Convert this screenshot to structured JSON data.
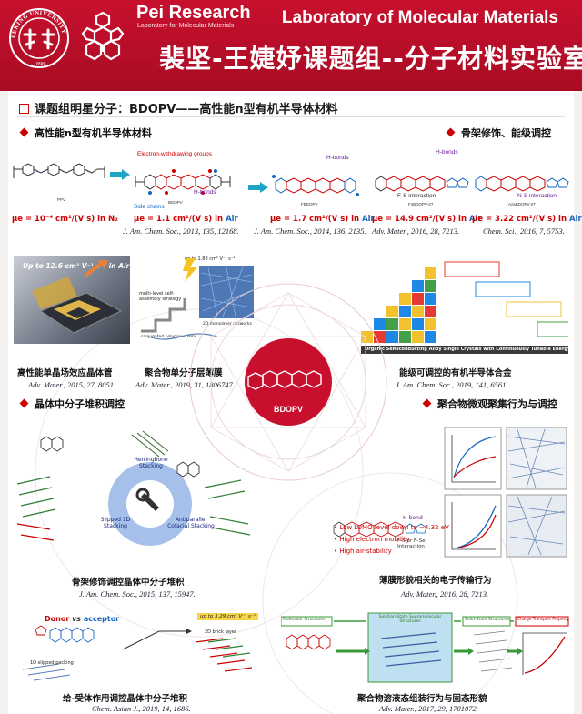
{
  "header": {
    "group_name": "Pei Research",
    "group_sub": "Laboratory for Molecular Materials",
    "lab_title": "Laboratory of Molecular Materials",
    "cn_title": "裴坚-王婕妤课题组--分子材料实验室",
    "university_seal_text": "PEKING UNIVERSITY 1898",
    "colors": {
      "header_red": "#c8102e",
      "accent_red": "#cc0000",
      "air_blue": "#1565c0"
    }
  },
  "section": {
    "title": "课题组明星分子：BDOPV——高性能n型有机半导体材料"
  },
  "subheads": {
    "n_type": "高性能n型有机半导体材料",
    "skeleton": "骨架修饰、能级调控",
    "crystal_packing": "晶体中分子堆积调控",
    "polymer_aggregation": "聚合物微观聚集行为与调控"
  },
  "molecules": [
    {
      "name": "PPV",
      "mobility_prefix": "μe = 10⁻⁴ cm²/(V s) in ",
      "mobility_env": "N₂",
      "ref": ""
    },
    {
      "name": "BDOPV",
      "mobility_prefix": "μe = 1.1 cm²/(V s) in ",
      "mobility_env": "Air",
      "ref": "J. Am. Chem. Soc., 2013, 135, 12168."
    },
    {
      "name": "FBDOPV",
      "mobility_prefix": "μe = 1.7 cm²/(V s) in ",
      "mobility_env": "Air",
      "ref": "J. Am. Chem. Soc., 2014, 136, 2135."
    },
    {
      "name": "F4BDOPV-2T",
      "mobility_prefix": "μe = 14.9 cm²/(V s) in ",
      "mobility_env": "Air",
      "ref": "Adv. Mater., 2016, 28, 7213."
    },
    {
      "name": "AzaBDOPV-2T",
      "mobility_prefix": "μe = 3.22 cm²/(V s) in ",
      "mobility_env": "Air",
      "ref": "Chem. Sci., 2016, 7, 5753."
    }
  ],
  "mol_notes": {
    "ewg": "Electron-withdrawing groups",
    "side_chains": "Side chains",
    "hbonds": "H-bonds",
    "fs": "F-S interaction",
    "ns": "N-S interaction"
  },
  "middle": {
    "transistor_label": "Up to 12.6 cm² V⁻¹ s⁻¹ in Air",
    "transistor_caption": "高性能单晶场效应晶体管",
    "transistor_ref": "Adv. Mater., 2015, 27, 8051.",
    "film_top_label": "up to 1.88 cm² V⁻¹ s⁻¹",
    "film_strategy": "multi-level self-assembly strategy",
    "film_network": "2D monolayer networks",
    "film_chains": "conjugated polymer chains",
    "film_caption": "聚合物单分子层薄膜",
    "film_ref": "Adv. Mater., 2019, 31, 1806747.",
    "alloy_banner": "Organic Semiconducting Alloy Single Crystals with Continuously Tunable Energy Levels",
    "alloy_caption": "能级可调控的有机半导体合金",
    "alloy_ref": "J. Am. Chem. Soc., 2019, 141, 6561."
  },
  "center": {
    "label": "BDOPV"
  },
  "crystal": {
    "herringbone": "Herringbone Stacking",
    "slipped": "Slipped 1D Stacking",
    "antiparallel": "Antiparallel Cofacial Stacking",
    "caption": "骨架修饰调控晶体中分子堆积",
    "ref": "J. Am. Chem. Soc., 2015, 137, 15947."
  },
  "polymer": {
    "hbond": "H-bond",
    "interaction": "F–S or F–Se Interaction",
    "bullets": [
      "Low LUMO level down to −4.32 eV",
      "High electron mobility",
      "High air-stability"
    ],
    "caption": "薄膜形貌相关的电子传输行为",
    "ref": "Adv. Mater., 2016, 28, 7213."
  },
  "donor": {
    "title_donor": "Donor",
    "title_vs": " vs ",
    "title_acceptor": "acceptor",
    "mobility": "up to 3.29 cm² V⁻¹ s⁻¹",
    "slipped": "1D slipped packing",
    "brick": "2D brick layer",
    "caption": "给-受体作用调控晶体中分子堆积",
    "ref": "Chem. Asian J., 2019, 14, 1686."
  },
  "assembly": {
    "steps": [
      "Molecular Structures",
      "Solution-State Supramolecular Structures",
      "Solid-State Structures",
      "Charge Transport Property"
    ],
    "caption": "聚合物溶液态组装行为与固态形貌",
    "ref": "Adv. Mater., 2017, 29, 1701072."
  }
}
